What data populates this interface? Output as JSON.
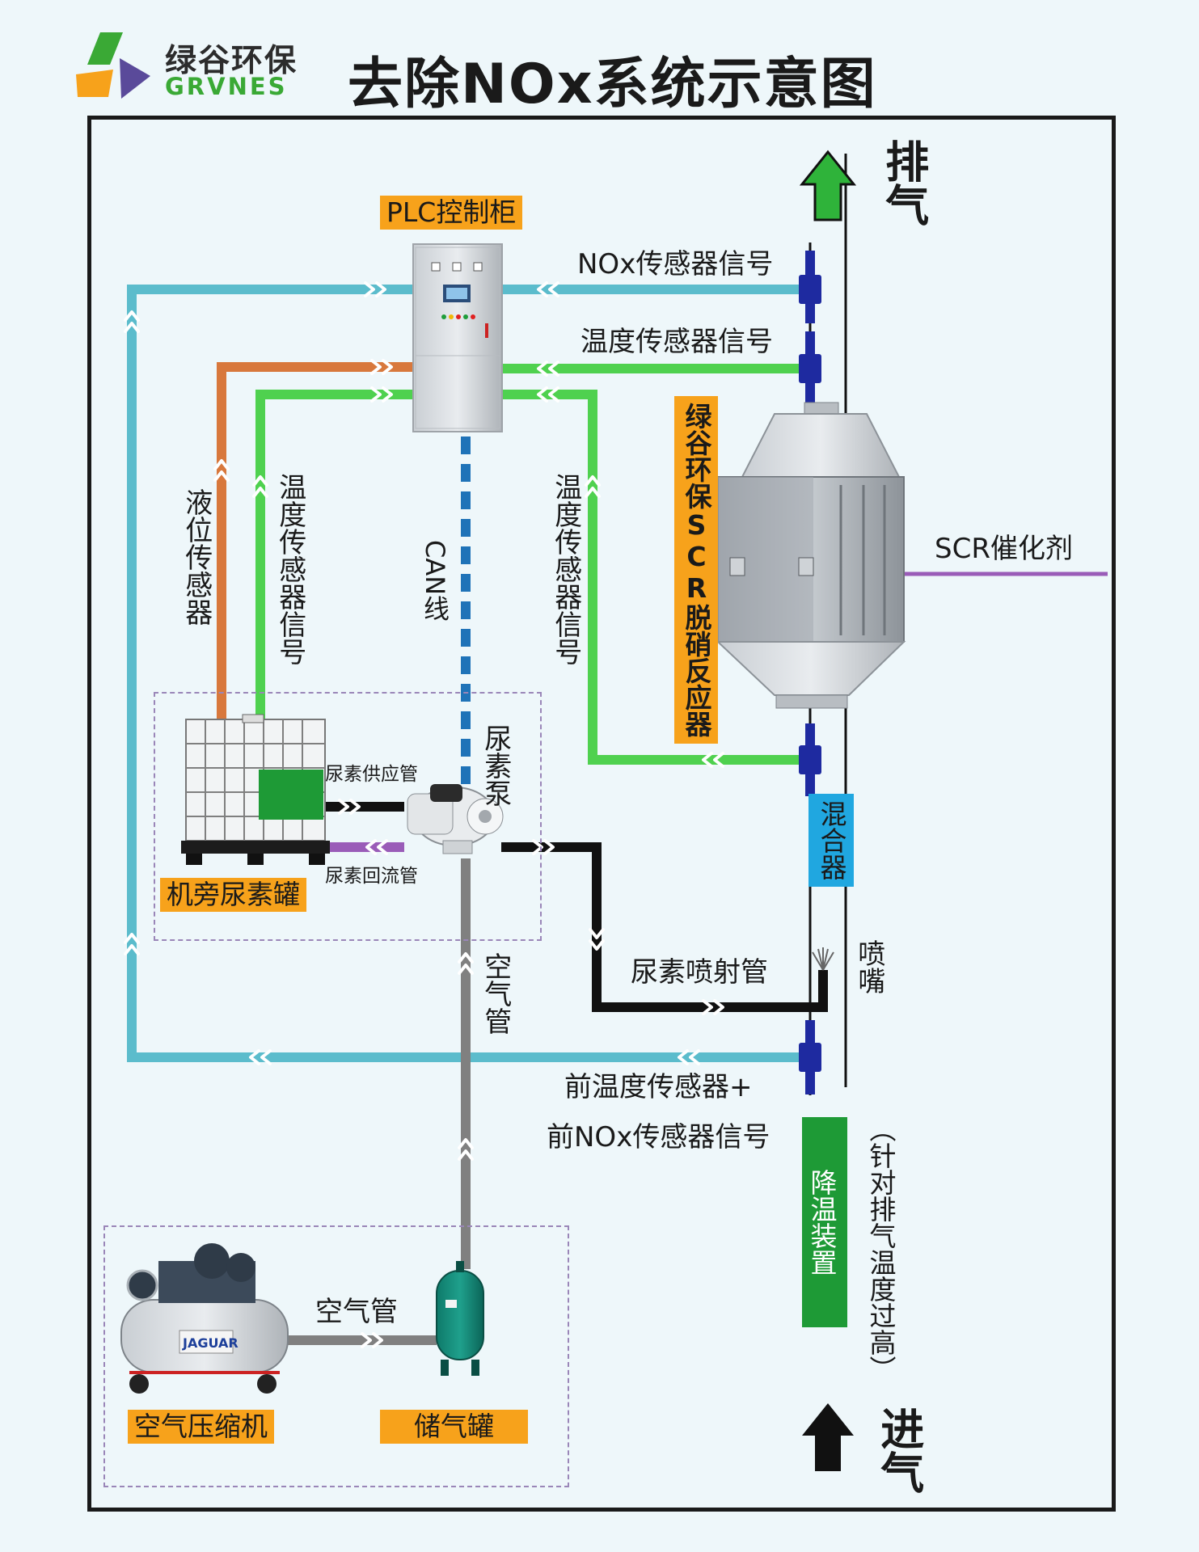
{
  "header": {
    "brand_cn": "绿谷环保",
    "brand_en": "GRVNES",
    "title": "去除NOx系统示意图"
  },
  "labels": {
    "exhaust": "排气",
    "intake": "进气",
    "plc": "PLC控制柜",
    "nox_signal": "NOx传感器信号",
    "temp_signal": "温度传感器信号",
    "temp_signal_left": "温度传感器信号",
    "temp_signal_right": "温度传感器信号",
    "level_sensor": "液位传感器",
    "can_line": "CAN线",
    "reactor": "绿谷环保SCR脱硝反应器",
    "scr_catalyst": "SCR催化剂",
    "urea_pump": "尿素泵",
    "urea_supply": "尿素供应管",
    "urea_return": "尿素回流管",
    "urea_tank": "机旁尿素罐",
    "mixer": "混合器",
    "nozzle": "喷嘴",
    "injection_pipe": "尿素喷射管",
    "air_pipe_vertical": "空气管",
    "air_pipe_horizontal": "空气管",
    "front_sensors_1": "前温度传感器+",
    "front_sensors_2": "前NOx传感器信号",
    "cooling": "降温装置",
    "cooling_note": "（针对排气温度过高）",
    "compressor": "空气压缩机",
    "air_tank": "储气罐",
    "compressor_brand": "JAGUAR"
  },
  "colors": {
    "nox_line": "#5bbccc",
    "temp_line": "#4fd14f",
    "level_line": "#d8783c",
    "can_line": "#1f73b8",
    "return_line": "#9a5cb8",
    "urea_line": "#111111",
    "air_line": "#808080",
    "tag_orange": "#f7a21b",
    "tag_blue": "#20a7e0",
    "tag_green": "#1e9a36",
    "sensor": "#1e2aa0",
    "arrow_up": "#2fb33a"
  }
}
